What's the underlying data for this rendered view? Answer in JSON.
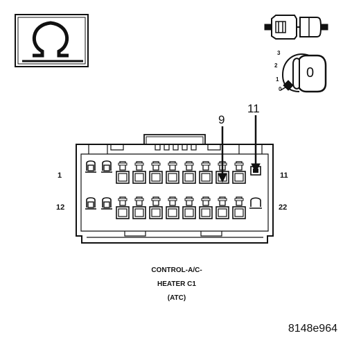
{
  "connector": {
    "name_line1": "CONTROL-A/C-",
    "name_line2": "HEATER C1",
    "name_line3": "(ATC)"
  },
  "pin_labels": {
    "top_left": "1",
    "top_right": "11",
    "bottom_left": "12",
    "bottom_right": "22"
  },
  "callouts": {
    "pin_a": "9",
    "pin_b": "11"
  },
  "figure_id": "8148e964",
  "icons": {
    "ohm_symbol": "ohmmeter-icon",
    "connector_plug": "connector-plug-icon",
    "ignition_switch": "ignition-key-icon"
  },
  "ignition_positions": [
    "3",
    "2",
    "1",
    "0"
  ],
  "ignition_key_label": "0"
}
